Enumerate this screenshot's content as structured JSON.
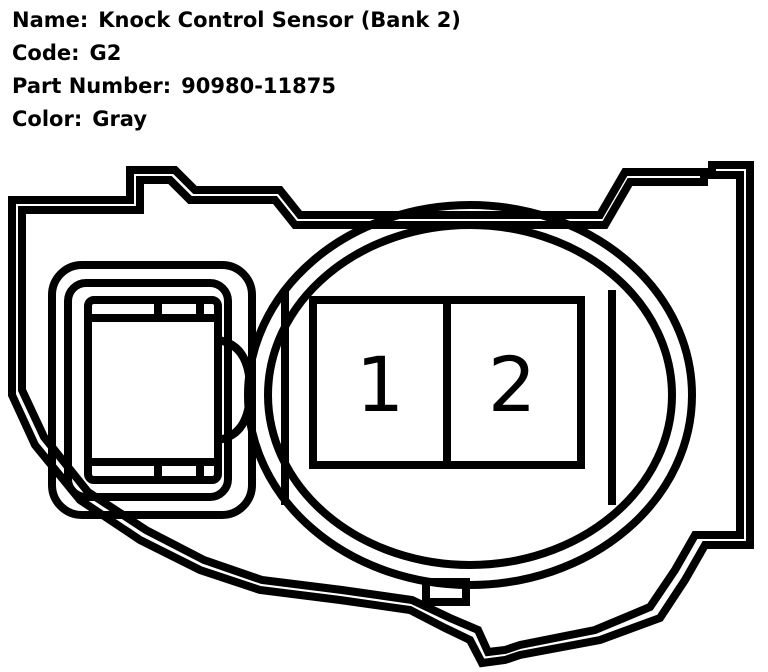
{
  "info": {
    "name_label": "Name:",
    "name_value": "Knock Control Sensor (Bank 2)",
    "code_label": "Code:",
    "code_value": "G2",
    "part_label": "Part Number:",
    "part_value": "90980-11875",
    "color_label": "Color:",
    "color_value": "Gray"
  },
  "connector": {
    "pins": [
      {
        "label": "1"
      },
      {
        "label": "2"
      }
    ]
  },
  "colors": {
    "stroke": "#000000",
    "background": "#ffffff"
  }
}
